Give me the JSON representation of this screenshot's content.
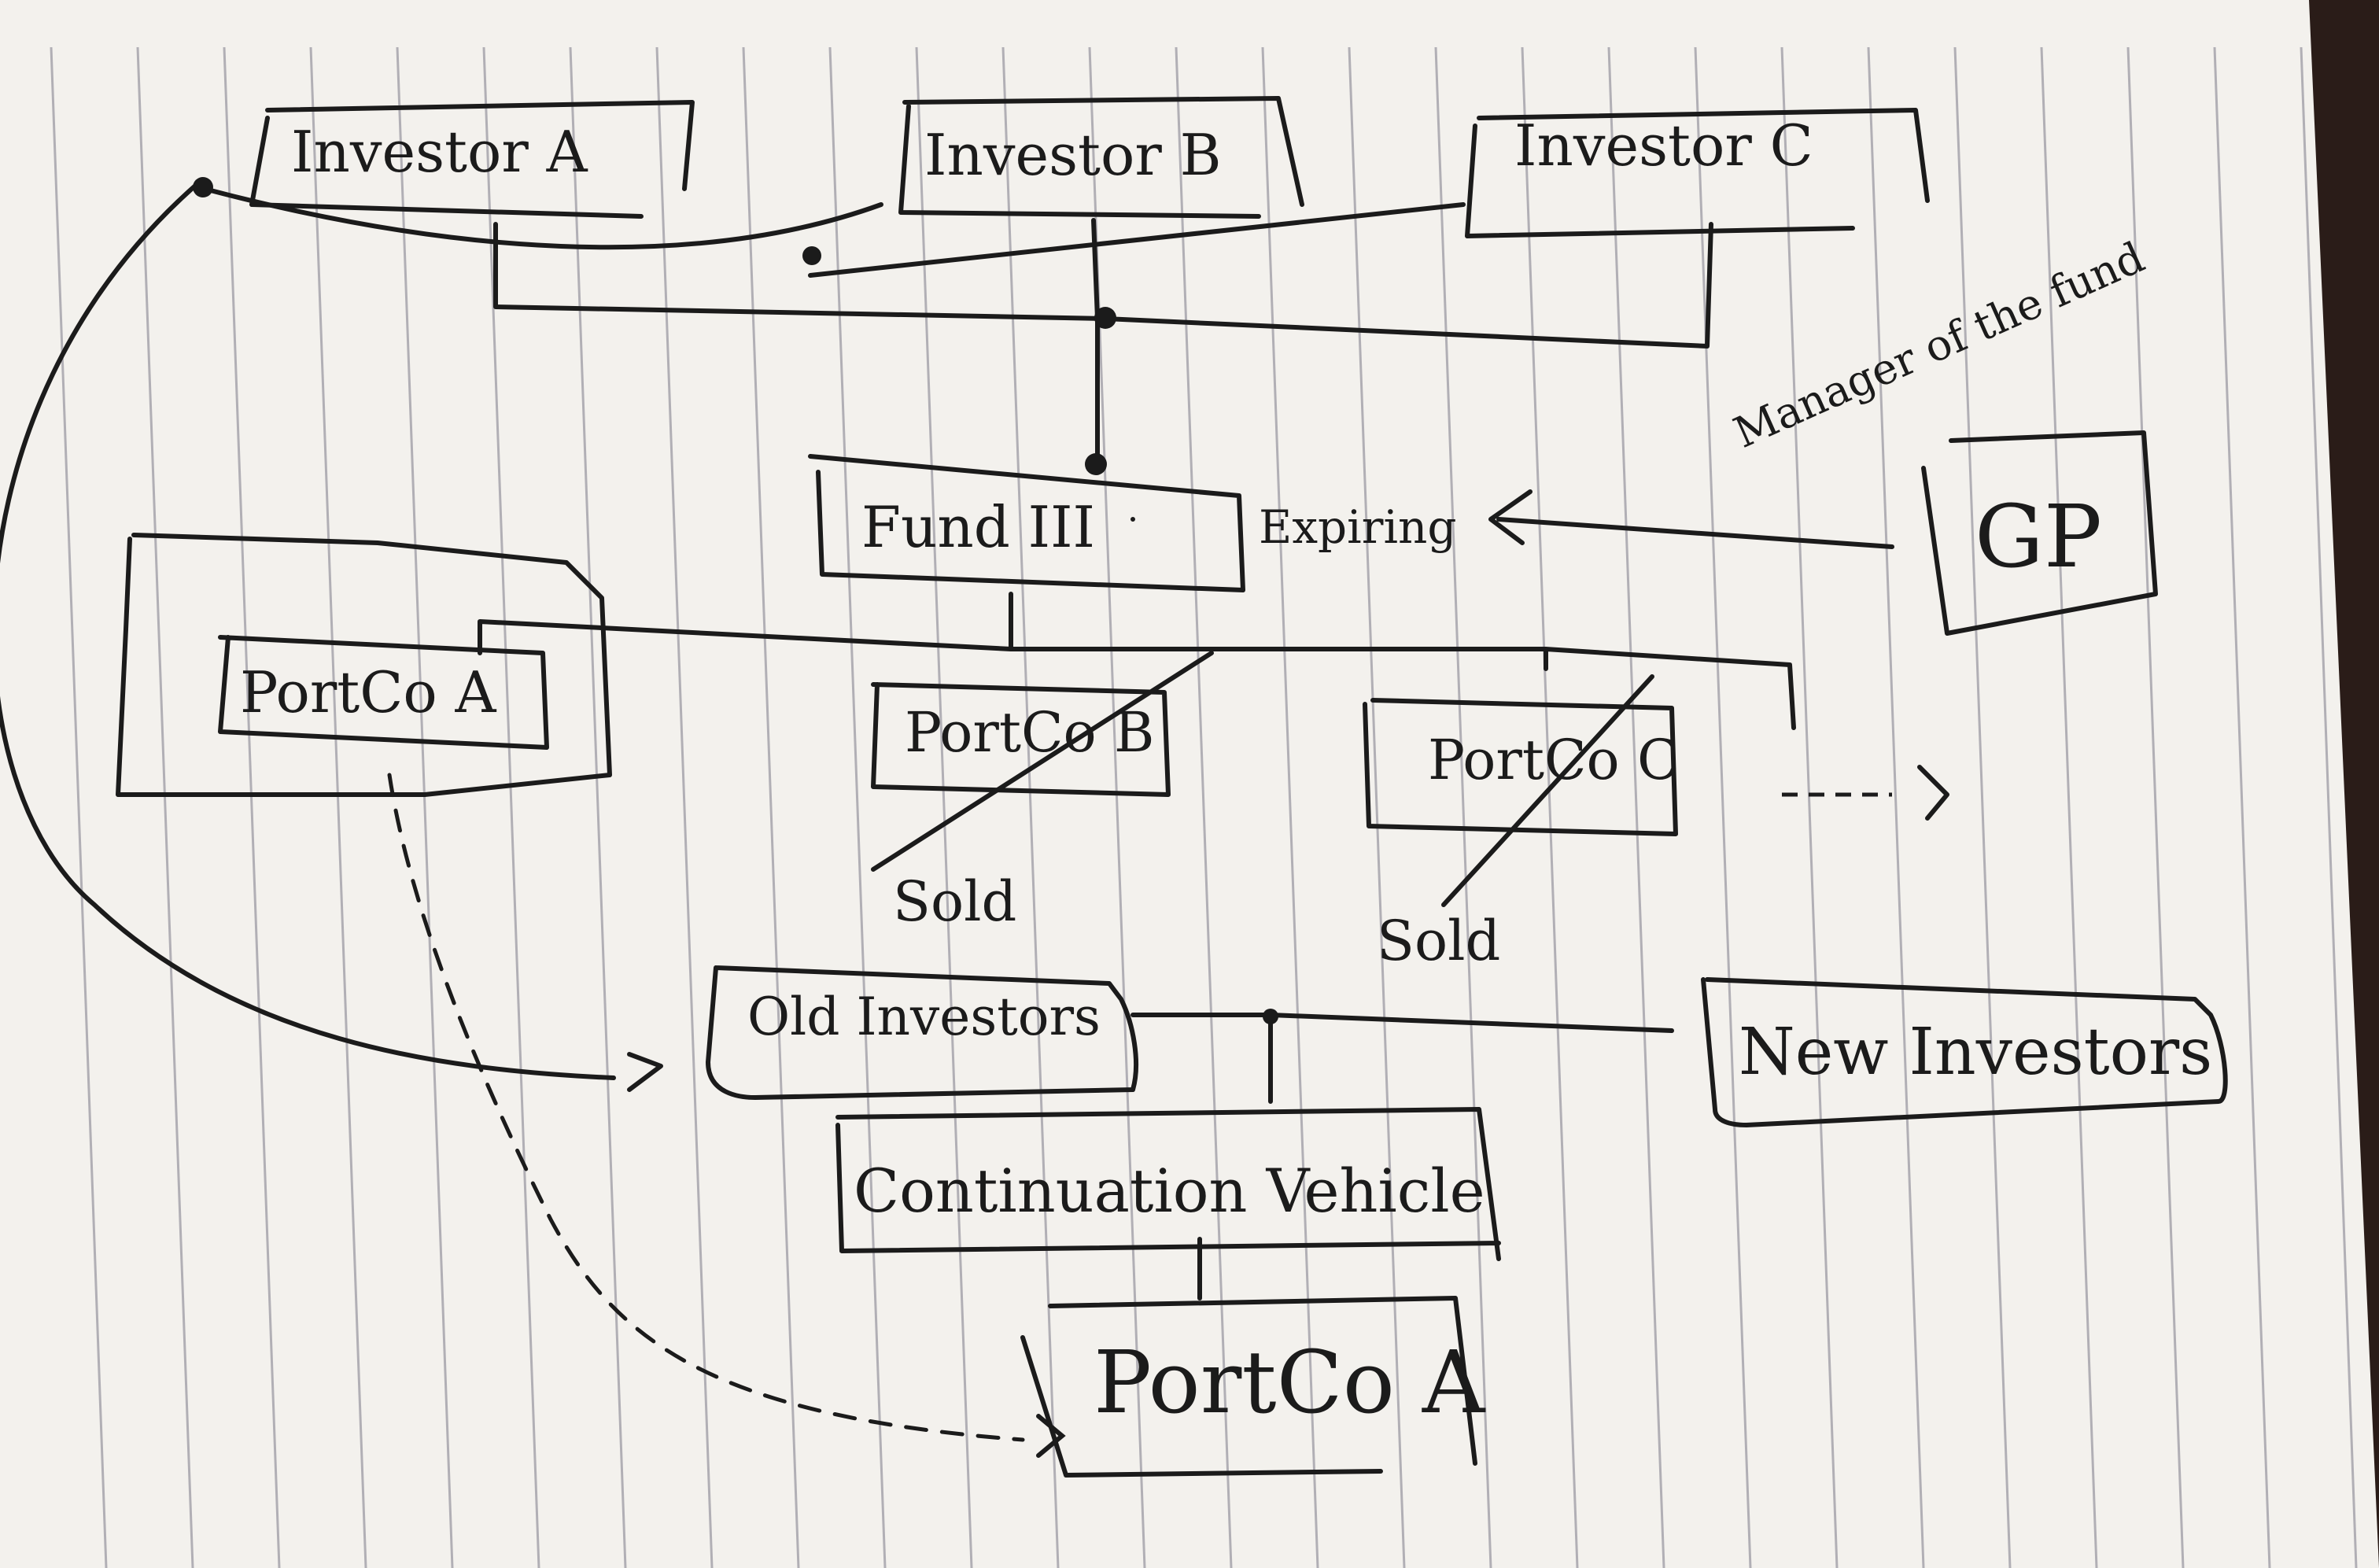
{
  "nodes": {
    "investor_a": "Investor A",
    "investor_b": "Investor B",
    "investor_c": "Investor C",
    "fund": "Fund III",
    "gp": "GP",
    "portco_a": "PortCo A",
    "portco_b": "PortCo B",
    "portco_c": "PortCo C",
    "old_investors": "Old Investors",
    "new_investors": "New Investors",
    "continuation_vehicle": "Continuation Vehicle",
    "portco_a_new": "PortCo A"
  },
  "annotations": {
    "expiring": "Expiring",
    "manager_note": "Manager of the fund",
    "sold_b": "Sold",
    "sold_c": "Sold",
    "more": "----->"
  },
  "colors": {
    "paper": "#f3f1ed",
    "rule": "#9c9aa3",
    "ink": "#1b1b1b",
    "background": "#2a1c18"
  }
}
